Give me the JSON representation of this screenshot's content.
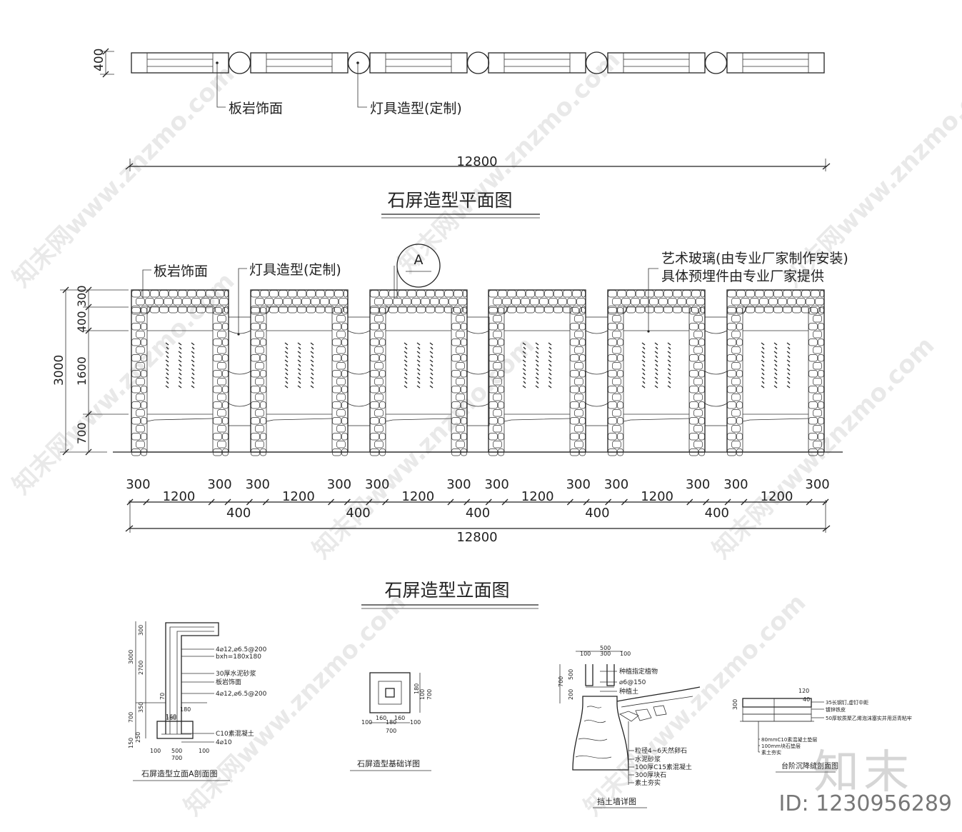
{
  "plan": {
    "overall_width": "12800",
    "depth": "400",
    "label_slate": "板岩饰面",
    "label_lamp": "灯具造型(定制)",
    "title": "石屏造型平面图"
  },
  "elevation": {
    "title": "石屏造型立面图",
    "label_slate": "板岩饰面",
    "label_lamp": "灯具造型(定制)",
    "label_glass_1": "艺术玻璃(由专业厂家制作安装)",
    "label_glass_2": "具体预埋件由专业厂家提供",
    "callout": "A",
    "height_total": "3000",
    "height_parts": [
      "300",
      "400",
      "1600",
      "700"
    ],
    "dims_top": [
      "300",
      "1200",
      "300",
      "300",
      "1200",
      "300",
      "300",
      "1200",
      "300",
      "300",
      "1200",
      "300",
      "300",
      "1200",
      "300",
      "300",
      "1200",
      "300"
    ],
    "dims_gap": [
      "400",
      "400",
      "400",
      "400",
      "400"
    ],
    "overall_width": "12800"
  },
  "details": {
    "section": {
      "title": "石屏造型立面A剖面图",
      "notes": [
        "4⌀12,⌀6.5@200",
        "bxh=180x180",
        "30厚水泥砂浆",
        "板岩饰面",
        "4⌀12,⌀6.5@200",
        "C10素混凝土",
        "4⌀10"
      ],
      "dims": [
        "300",
        "3000",
        "2700",
        "700",
        "350",
        "150",
        "250",
        "160",
        "180",
        "160",
        "100",
        "500",
        "100",
        "700",
        "70"
      ]
    },
    "foundation": {
      "title": "石屏造型基础详图",
      "dims": [
        "100",
        "160",
        "180",
        "160",
        "100",
        "700",
        "180",
        "100",
        "700"
      ]
    },
    "retaining": {
      "title": "挡土墙详图",
      "notes_top": [
        "种植指定植物",
        "⌀6@150",
        "种植土"
      ],
      "notes_bottom": [
        "粒径4~6天然卵石",
        "水泥砂浆",
        "100厚C15素混凝土",
        "300厚块石",
        "素土夯实"
      ],
      "dims": [
        "500",
        "100",
        "300",
        "100",
        "700",
        "500",
        "200"
      ]
    },
    "step": {
      "title": "台阶沉降缝剖面图",
      "notes": [
        "35长钢钉,虚钉中距",
        "镀锌铁皮",
        "50厚软质聚乙烯泡沫塞实并用沥青粘牢",
        "80mmC10素混凝土垫层",
        "100mm块石垫层",
        "素土夯实"
      ],
      "dims": [
        "120",
        "40",
        "300"
      ]
    }
  },
  "watermark": "知末网www.znzmo.com",
  "logo_text": "知末",
  "id_label": "ID: 1230956289"
}
